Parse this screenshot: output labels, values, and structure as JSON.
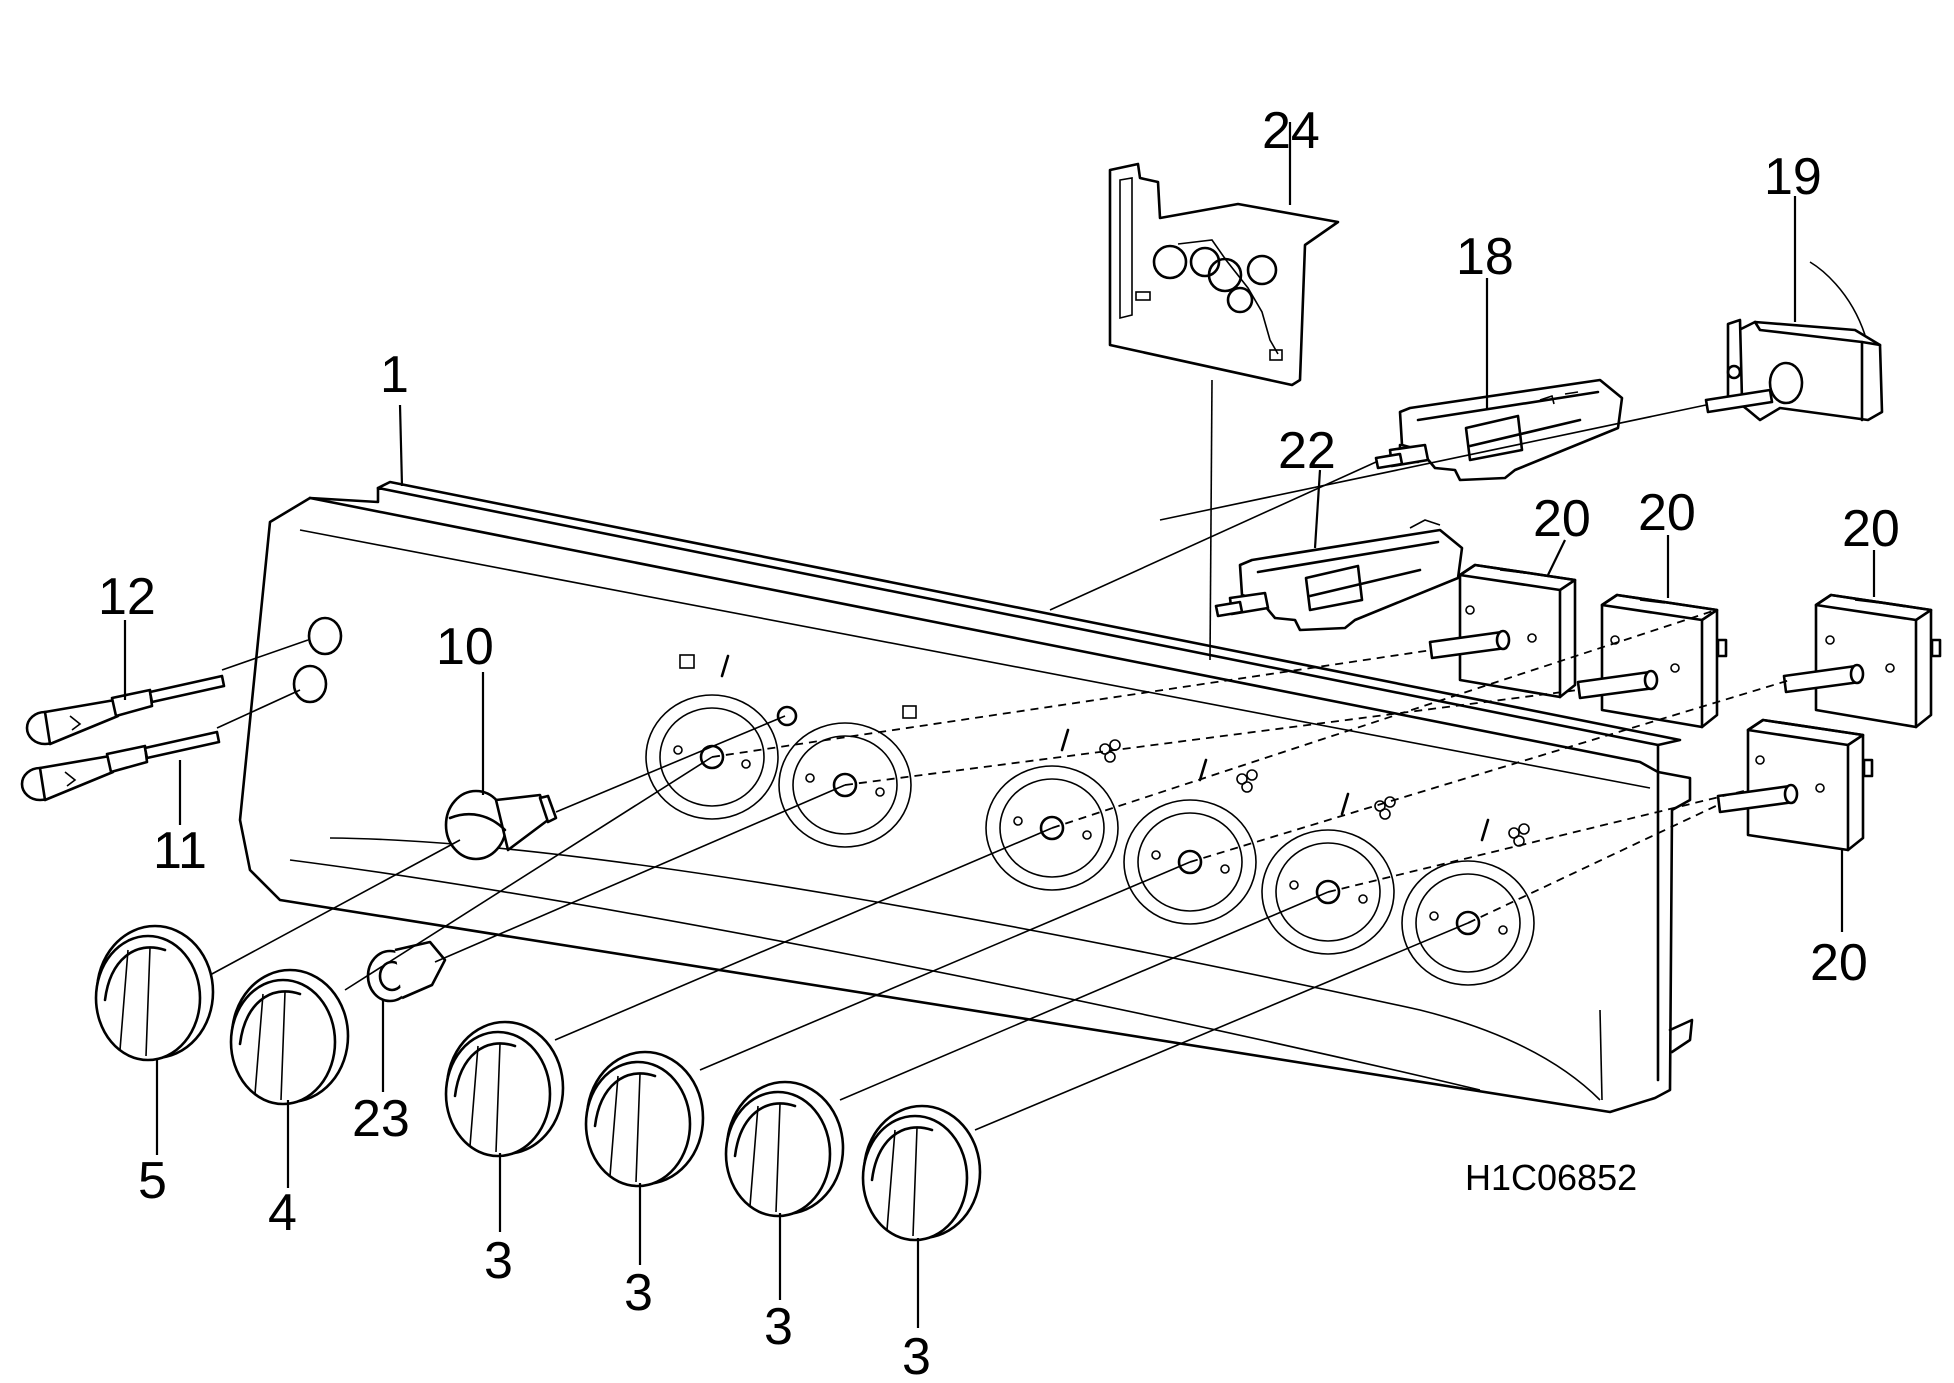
{
  "diagram": {
    "drawing_code": "H1C06852",
    "callouts": {
      "c1": "1",
      "c24": "24",
      "c19": "19",
      "c18": "18",
      "c22": "22",
      "c20a": "20",
      "c20b": "20",
      "c20c": "20",
      "c20d": "20",
      "c12": "12",
      "c11": "11",
      "c10": "10",
      "c5": "5",
      "c4": "4",
      "c23": "23",
      "c3a": "3",
      "c3b": "3",
      "c3c": "3",
      "c3d": "3"
    }
  }
}
